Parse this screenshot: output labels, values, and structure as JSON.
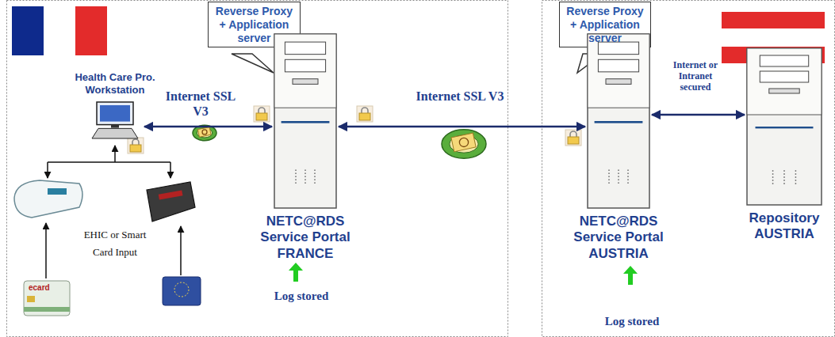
{
  "diagram": {
    "nodes": [
      {
        "text": [
          "Reverse Proxy + Application server"
        ]
      },
      {
        "text": [
          "Health Care Pro. Workstation"
        ]
      },
      {
        "text": [
          "NETC@RDS Service Portal FRANCE"
        ]
      },
      {
        "text": [
          "Reverse Proxy + Application server"
        ]
      },
      {
        "text": [
          "NETC@RDS Service Portal AUSTRIA"
        ]
      },
      {
        "text": [
          "Repository AUSTRIA"
        ]
      }
    ],
    "edges": [
      {
        "from": 1,
        "to": 2,
        "label": "Internet SSL V3",
        "arrow": "both"
      },
      {
        "from": 2,
        "to": 4,
        "label": "Internet SSL V3",
        "arrow": "both"
      },
      {
        "from": 4,
        "to": 5,
        "label": "Internet or Intranet secured",
        "arrow": "both"
      }
    ],
    "labels": [
      "EHIC or Smart Card Input",
      "ecard",
      "Log stored",
      "Log stored"
    ]
  }
}
